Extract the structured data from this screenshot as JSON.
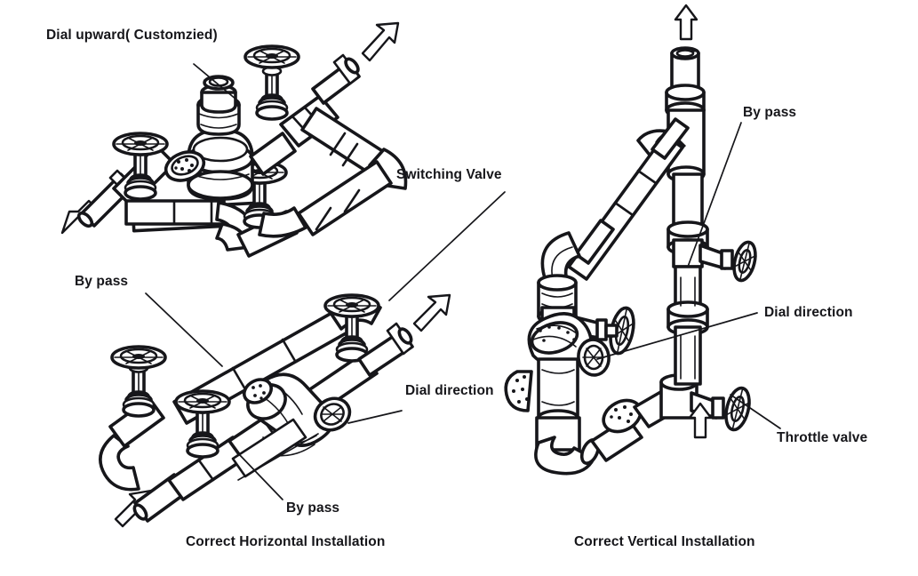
{
  "figure": {
    "title_visible": false,
    "background_color": "#ffffff",
    "ink_color": "#16161a",
    "style": "isometric technical line drawing"
  },
  "labels": {
    "dial_upward": "Dial upward( Customzied)",
    "switching_valve": "Switching Valve",
    "bypass_left_upper": "By pass",
    "bypass_left_lower": "By pass",
    "dial_direction_left": "Dial direction",
    "bypass_right": "By pass",
    "dial_direction_right": "Dial direction",
    "throttle_valve": "Throttle valve"
  },
  "captions": {
    "horizontal": "Correct Horizontal Installation",
    "vertical": "Correct Vertical Installation"
  },
  "diagrams": [
    {
      "id": "horizontal-upper",
      "caption_ref": "captions.horizontal",
      "description": "Upper isometric horizontal manifold assembly with meter body, three handwheel gate valves, bypass loop, inlet and outlet arrows",
      "flow_arrows": [
        {
          "name": "inlet-arrow",
          "direction": "up-right",
          "style": "hollow"
        },
        {
          "name": "outlet-arrow",
          "direction": "up-right",
          "style": "hollow"
        }
      ],
      "annotations": [
        "dial_upward"
      ]
    },
    {
      "id": "horizontal-lower",
      "caption_ref": "captions.horizontal",
      "description": "Lower isometric horizontal manifold assembly with meter laid flat, bypass pipe run, three handwheel valves, inlet and outlet arrows",
      "flow_arrows": [
        {
          "name": "inlet-arrow",
          "direction": "down-left",
          "style": "hollow"
        },
        {
          "name": "outlet-arrow",
          "direction": "up-right",
          "style": "hollow"
        }
      ],
      "annotations": [
        "bypass_left_upper",
        "bypass_left_lower",
        "dial_direction_left",
        "switching_valve"
      ]
    },
    {
      "id": "vertical",
      "caption_ref": "captions.vertical",
      "description": "Vertical riser installation with bypass standpipe, meter with dial facing out, throttle valve at base, upward flow arrows at inlet and outlet",
      "flow_arrows": [
        {
          "name": "outlet-arrow",
          "direction": "up",
          "style": "hollow"
        },
        {
          "name": "inlet-arrow",
          "direction": "up",
          "style": "hollow"
        }
      ],
      "annotations": [
        "bypass_right",
        "dial_direction_right",
        "throttle_valve"
      ]
    }
  ]
}
